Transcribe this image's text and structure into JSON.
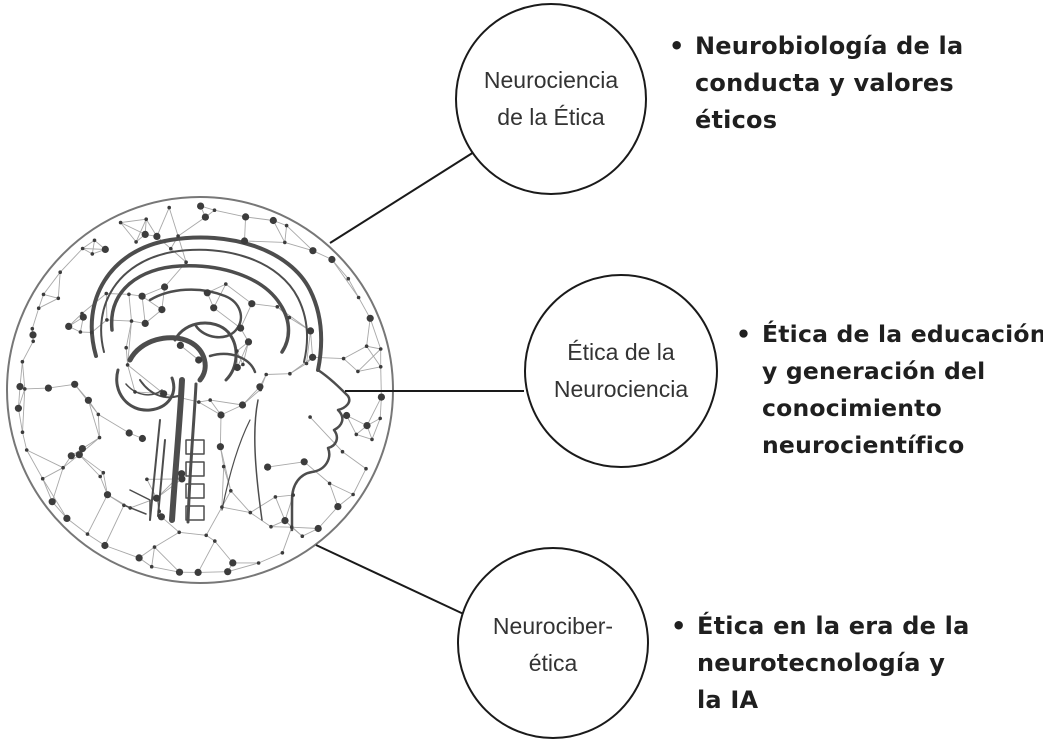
{
  "nodes": [
    {
      "id": "neurociencia-etica",
      "label_lines": [
        "Neurociencia",
        "de la Ética"
      ],
      "bullet_lines": [
        "Neurobiología de la",
        "conducta y valores",
        "éticos"
      ]
    },
    {
      "id": "etica-neurociencia",
      "label_lines": [
        "Ética de la",
        "Neurociencia"
      ],
      "bullet_lines": [
        "Ética de la educación",
        "y generación del",
        "conocimiento",
        "neurocientífico"
      ]
    },
    {
      "id": "neurocibeticas",
      "label_lines": [
        "Neurociber-",
        "ética"
      ],
      "bullet_lines": [
        "Ética en la era de la",
        "neurotecnología y",
        "la IA"
      ]
    }
  ],
  "bullet_symbol": "•",
  "colors": {
    "stroke": "#1a1a1a",
    "network": "#9a9a9a",
    "node": "#3c3c3c",
    "brain": "#555555"
  },
  "icons": [
    "brain-head-network-sphere-icon"
  ]
}
